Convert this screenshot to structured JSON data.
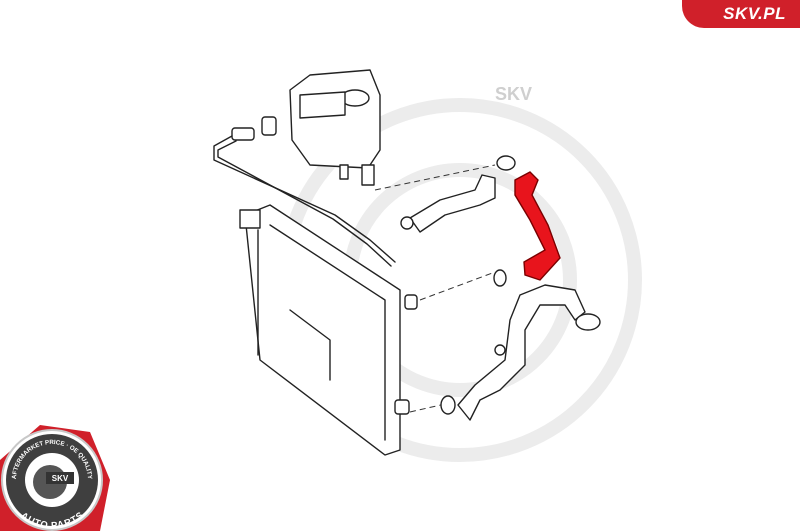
{
  "brand": {
    "site": "SKV.PL",
    "accent": "#d0202a"
  },
  "logo": {
    "center": "SKV",
    "ring_top": "AFTERMARKET PRICE · OE QUALITY",
    "ring_bottom": "AUTO PARTS"
  },
  "watermark": {
    "text": "SKV"
  },
  "highlight_color": "#e8141c"
}
